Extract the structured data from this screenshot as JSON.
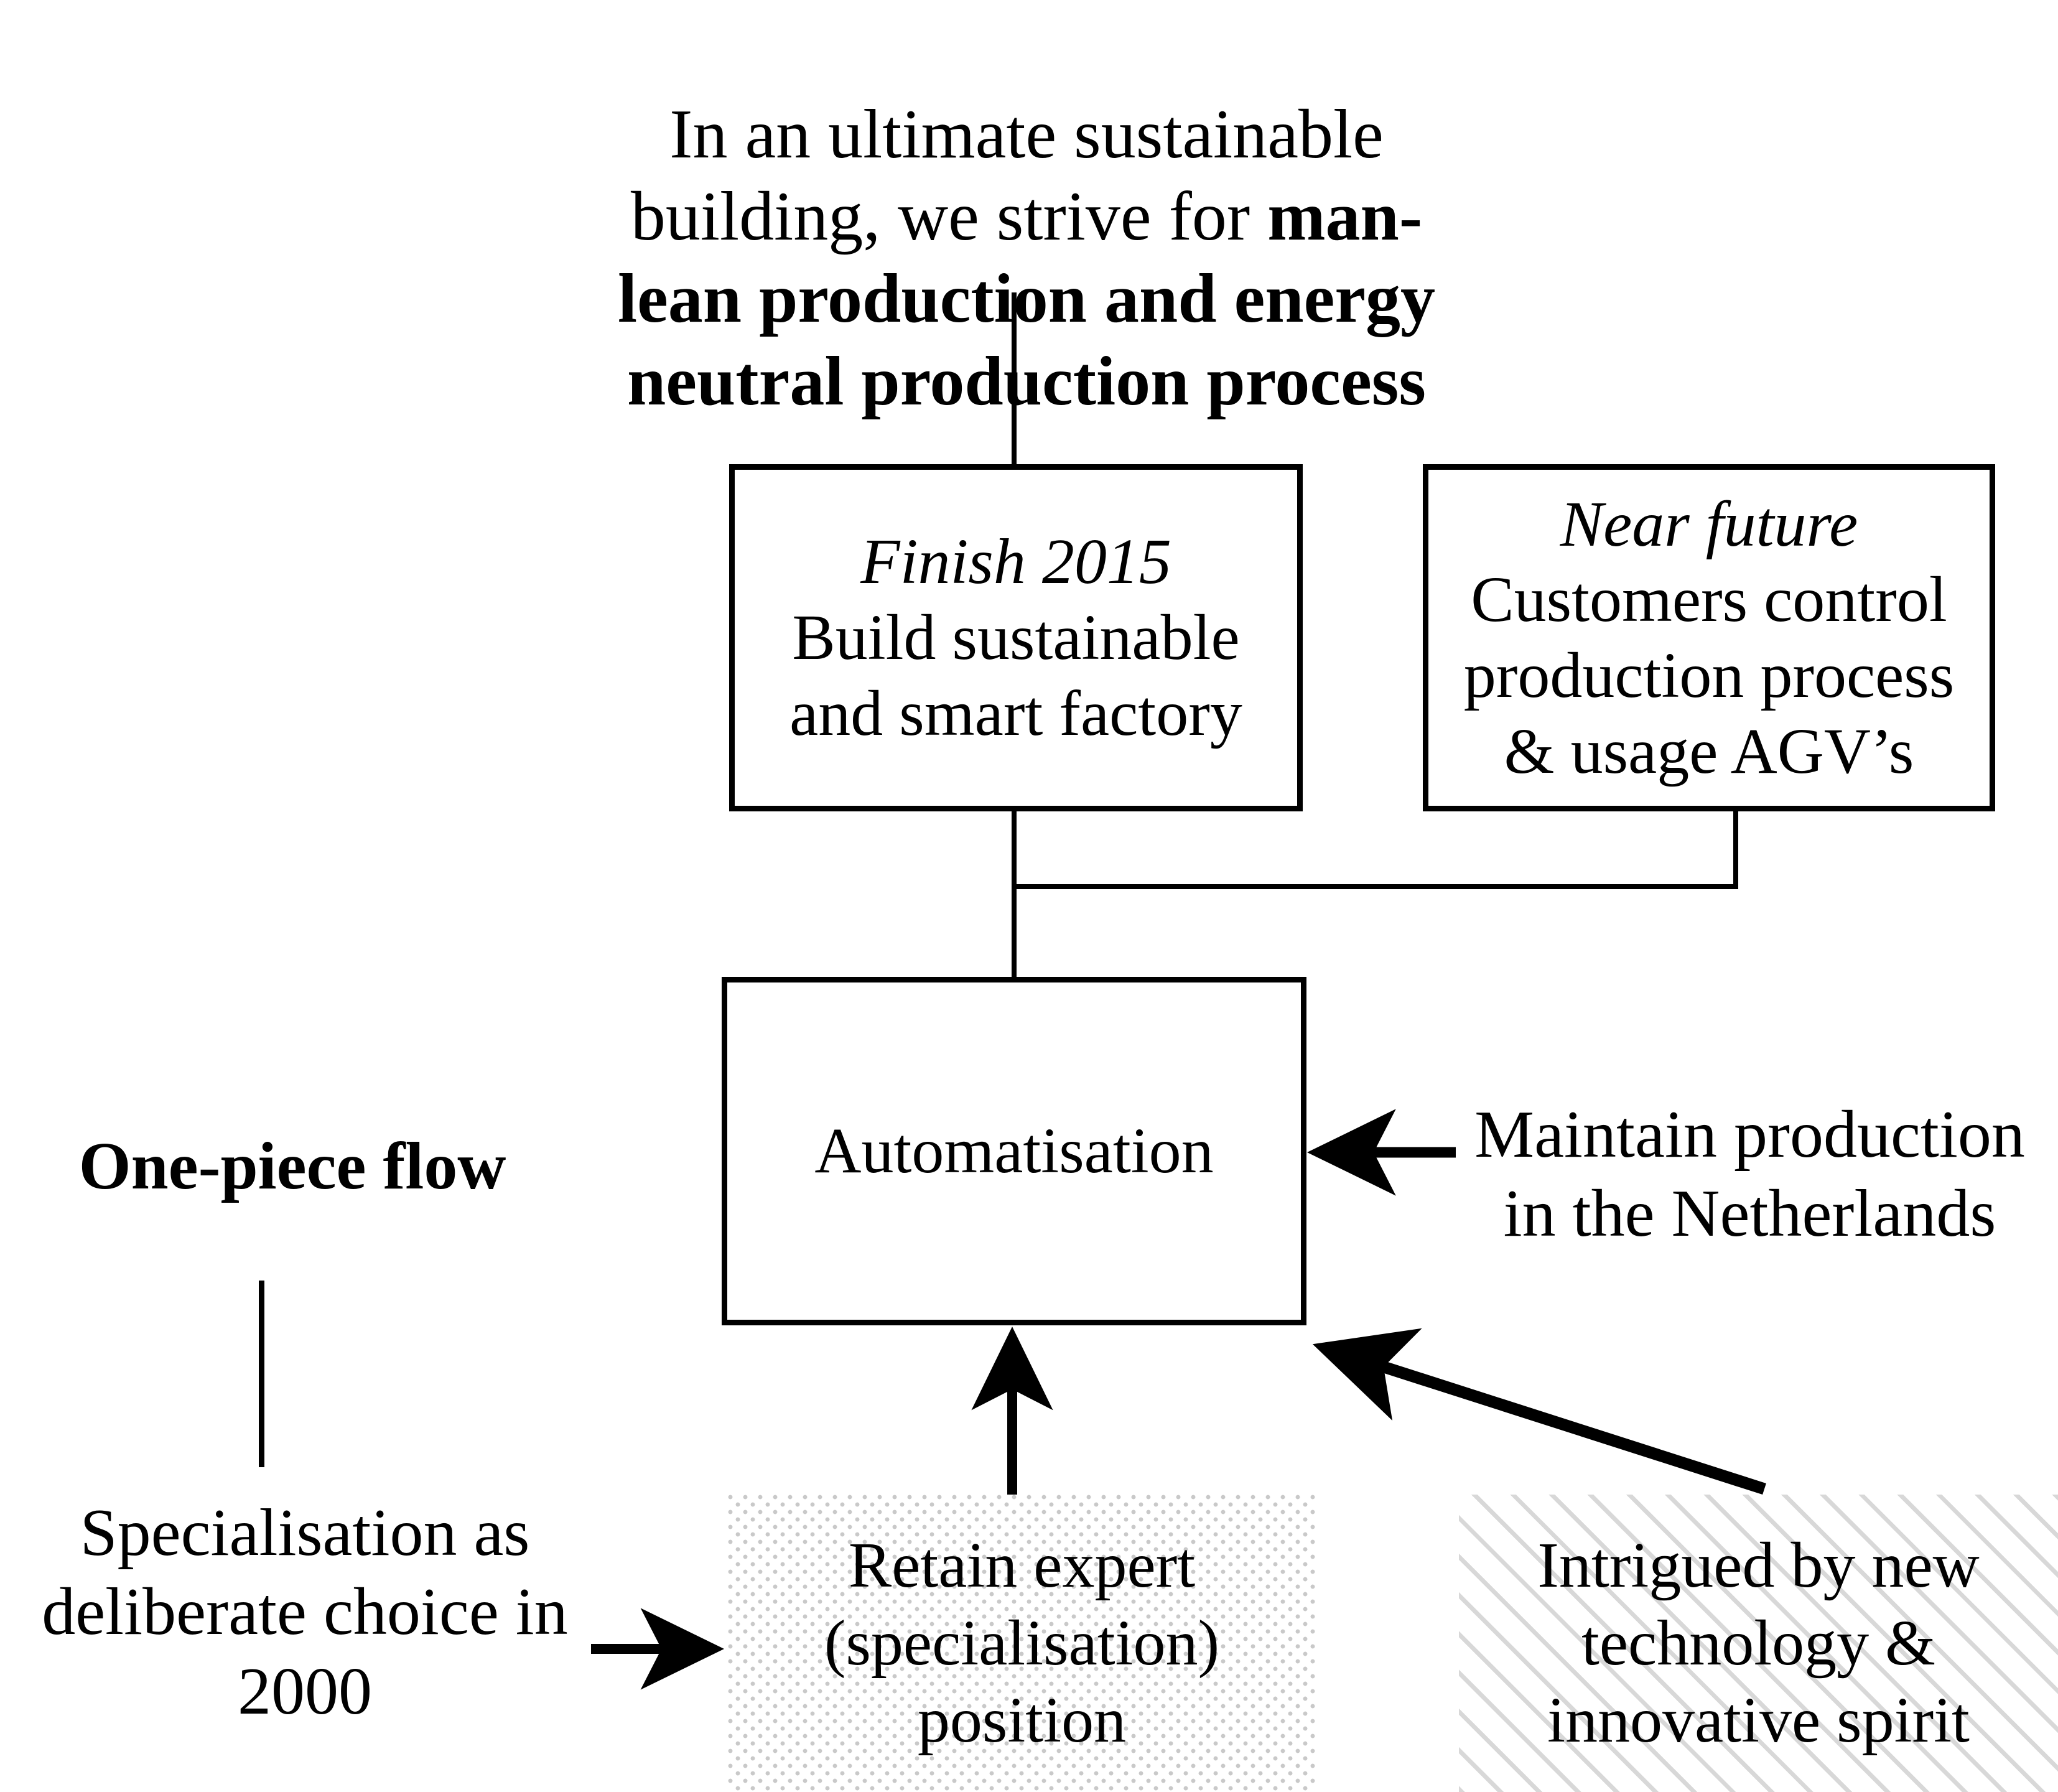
{
  "diagram": {
    "title_text": {
      "lead": "In an ultimate sustainable building, we strive for ",
      "emphasis": "man-lean production and energy neutral production process"
    },
    "nodes": {
      "finish": {
        "italic_label": "Finish 2015",
        "body": "Build sustainable\nand smart factory"
      },
      "near_future": {
        "italic_label": "Near future",
        "body": "Customers control\nproduction process\n& usage AGV’s"
      },
      "automatisation": {
        "body": "Automatisation"
      },
      "retain_expert": {
        "body": "Retain expert\n(specialisation)\nposition",
        "fill": "dotted"
      },
      "intrigued": {
        "body": "Intrigued by new\ntechnology &\ninnovative spirit",
        "fill": "diagonal-hatch"
      }
    },
    "labels": {
      "one_piece_flow": "One-piece flow",
      "specialisation": "Specialisation as\ndeliberate choice in\n2000",
      "maintain_production": "Maintain production\nin the Netherlands"
    },
    "colors": {
      "stroke": "#000000",
      "background": "#ffffff",
      "dot_fill": "#c9c9c9",
      "hatch_fill": "#d8d8d8"
    },
    "connectors": [
      {
        "name": "headline-to-finish",
        "type": "line",
        "arrow": false
      },
      {
        "name": "finish-to-automatisation",
        "type": "elbow",
        "arrow": false
      },
      {
        "name": "near-future-to-bus",
        "type": "elbow",
        "arrow": false
      },
      {
        "name": "maintain-to-automatisation",
        "type": "arrow",
        "arrow": true
      },
      {
        "name": "intrigued-to-automatisation",
        "type": "arrow",
        "arrow": true
      },
      {
        "name": "retain-to-automatisation",
        "type": "arrow",
        "arrow": true
      },
      {
        "name": "specialisation-to-retain",
        "type": "arrow",
        "arrow": true
      },
      {
        "name": "one-piece-flow-to-specialisation",
        "type": "line",
        "arrow": false
      }
    ]
  }
}
